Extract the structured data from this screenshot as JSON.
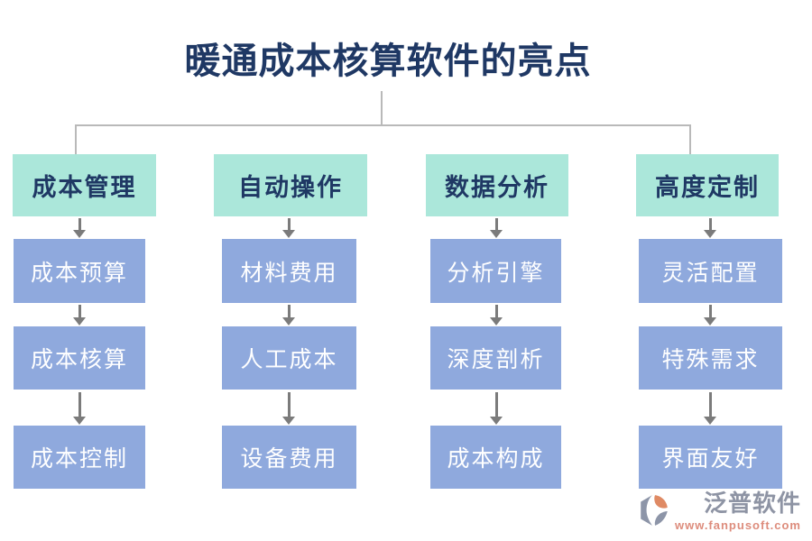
{
  "title": "暖通成本核算软件的亮点",
  "columns": [
    {
      "header": "成本管理",
      "items": [
        "成本预算",
        "成本核算",
        "成本控制"
      ]
    },
    {
      "header": "自动操作",
      "items": [
        "材料费用",
        "人工成本",
        "设备费用"
      ]
    },
    {
      "header": "数据分析",
      "items": [
        "分析引擎",
        "深度剖析",
        "成本构成"
      ]
    },
    {
      "header": "高度定制",
      "items": [
        "灵活配置",
        "特殊需求",
        "界面友好"
      ]
    }
  ],
  "logo": {
    "brand": "泛普软件",
    "website": "www.fanpusoft.com"
  },
  "colors": {
    "header_bg": "#abe7da",
    "item_bg": "#8fa9dd",
    "title_text": "#1f3864",
    "item_text": "#ffffff",
    "connector_line": "#b9b9b9",
    "arrow": "#7b7b7b",
    "brand_text": "#8e94a4",
    "website_text": "#dd8c7c",
    "icon_gray": "#8d95a8",
    "icon_orange": "#df8a64"
  }
}
